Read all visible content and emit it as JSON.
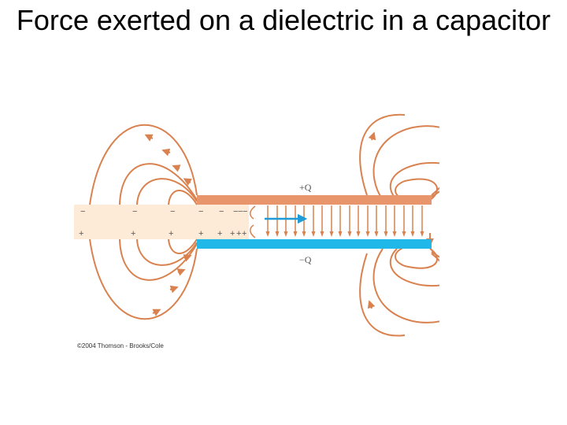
{
  "slide": {
    "title": "Force exerted on a dielectric in a capacitor"
  },
  "figure": {
    "top_plate_label": "+Q",
    "bottom_plate_label": "−Q",
    "dielectric_top_charges": [
      "−",
      "−",
      "−",
      "−",
      "−",
      "−",
      "−",
      "−"
    ],
    "dielectric_bottom_charges": [
      "+",
      "+",
      "+",
      "+",
      "+",
      "+",
      "+",
      "+"
    ],
    "credit": "©2004 Thomson - Brooks/Cole",
    "colors": {
      "positive_plate": "#e8956b",
      "negative_plate": "#1fb8e8",
      "field_lines": "#d9824f",
      "dielectric": "#fdebd8",
      "force_arrow": "#1f9bd6"
    }
  }
}
